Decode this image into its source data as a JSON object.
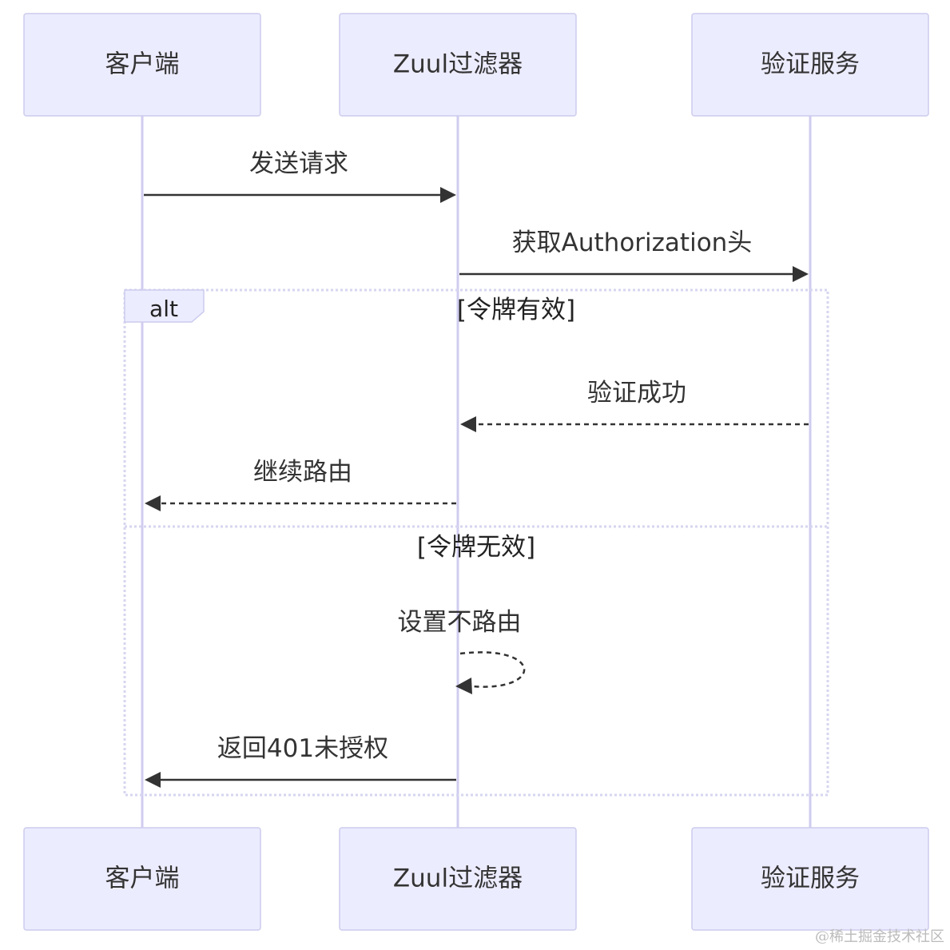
{
  "participants": [
    {
      "name": "客户端"
    },
    {
      "name": "Zuul过滤器"
    },
    {
      "name": "验证服务"
    }
  ],
  "messages": [
    {
      "label": "发送请求",
      "from": 0,
      "to": 1,
      "style": "solid"
    },
    {
      "label": "获取Authorization头",
      "from": 1,
      "to": 2,
      "style": "solid"
    },
    {
      "label": "验证成功",
      "from": 2,
      "to": 1,
      "style": "dashed"
    },
    {
      "label": "继续路由",
      "from": 1,
      "to": 0,
      "style": "dashed"
    },
    {
      "label": "设置不路由",
      "from": 1,
      "to": 1,
      "style": "dashed"
    },
    {
      "label": "返回401未授权",
      "from": 1,
      "to": 0,
      "style": "solid"
    }
  ],
  "alt_block": {
    "label": "alt",
    "conditions": [
      "[令牌有效]",
      "[令牌无效]"
    ]
  },
  "watermark": "@稀土掘金技术社区",
  "colors": {
    "actor_fill": "#ECECFF",
    "actor_stroke": "#CCCCEE",
    "lifeline": "#D0CCF0",
    "arrow": "#333333"
  }
}
